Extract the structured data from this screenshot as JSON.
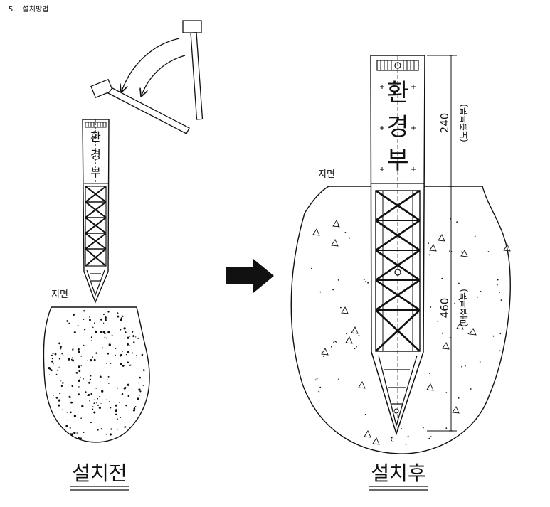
{
  "heading": {
    "number": "5.",
    "title": "설치방법"
  },
  "before": {
    "post_text": [
      "환",
      "경",
      "부"
    ],
    "ground_label": "지면",
    "caption": "설치전"
  },
  "after": {
    "post_text": [
      "환",
      "경",
      "부"
    ],
    "ground_label": "지면",
    "caption": "설치후",
    "dim_exposed_value": "240",
    "dim_exposed_label": "(노출부분)",
    "dim_buried_value": "460",
    "dim_buried_label": "(매설부분)"
  }
}
